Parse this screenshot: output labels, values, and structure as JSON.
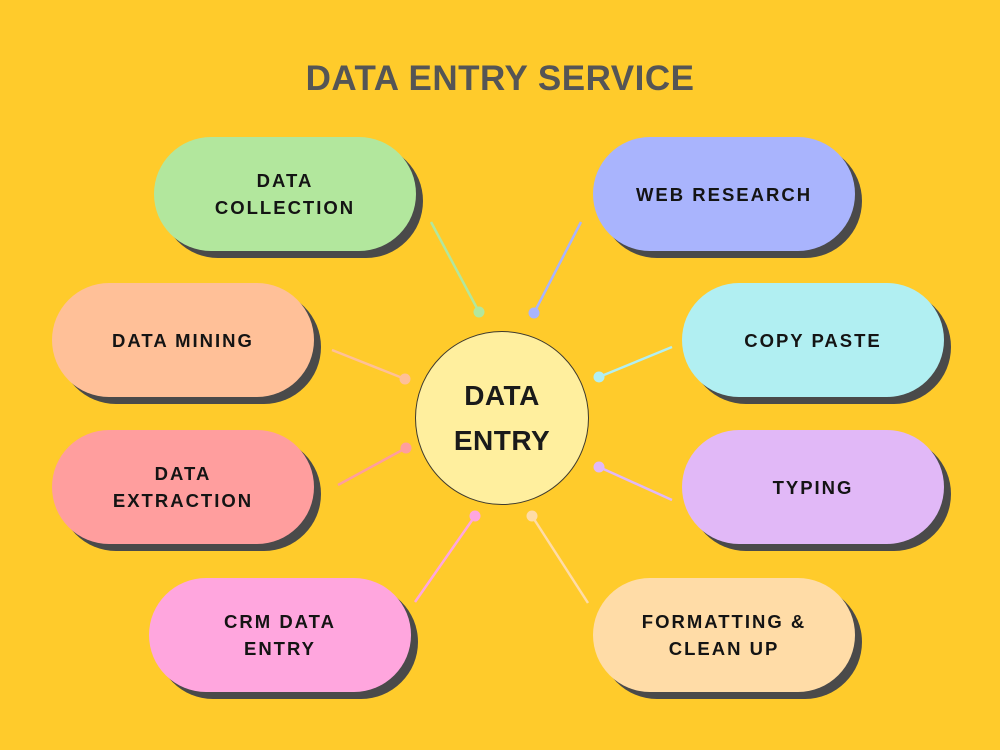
{
  "title": "DATA ENTRY SERVICE",
  "center": {
    "label": "DATA ENTRY",
    "color": "#FFEF9E"
  },
  "nodes": [
    {
      "id": "data-collection",
      "label": "DATA COLLECTION",
      "color": "#B2E79D"
    },
    {
      "id": "web-research",
      "label": "WEB RESEARCH",
      "color": "#A9B4FD"
    },
    {
      "id": "data-mining",
      "label": "DATA MINING",
      "color": "#FFC098"
    },
    {
      "id": "copy-paste",
      "label": "COPY PASTE",
      "color": "#B1EFF2"
    },
    {
      "id": "data-extraction",
      "label": "DATA EXTRACTION",
      "color": "#FF9E9E"
    },
    {
      "id": "typing",
      "label": "TYPING",
      "color": "#E1B8F7"
    },
    {
      "id": "crm-data-entry",
      "label": "CRM DATA ENTRY",
      "color": "#FFA6DE"
    },
    {
      "id": "formatting-clean-up",
      "label": "FORMATTING & CLEAN UP",
      "color": "#FFDCA7"
    }
  ],
  "colors": {
    "background": "#FFCB2B",
    "title": "#555555",
    "shadow": "#4A4A4A"
  }
}
